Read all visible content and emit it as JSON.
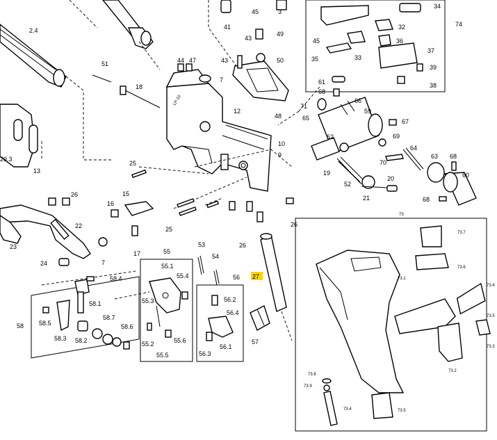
{
  "diagram": {
    "highlight_color": "#ffd400",
    "highlighted_label": "27",
    "labels": {
      "l2_4": "2.4",
      "l29_3": "29.3",
      "l13": "13",
      "l51": "51",
      "l18": "18",
      "l41": "41",
      "l45a": "45",
      "l3": "3",
      "l43a": "43",
      "l49": "49",
      "l43b": "43",
      "l50": "50",
      "l44": "44",
      "l47": "47",
      "l7a": "7",
      "l48": "48",
      "l12": "12",
      "l10": "10",
      "l9": "9",
      "l25a": "25",
      "l26a": "26",
      "l15": "15",
      "l16": "16",
      "l17": "17",
      "l25b": "25",
      "l26b": "26",
      "l26c": "26",
      "l23": "23",
      "l22": "22",
      "l7b": "7",
      "l24": "24",
      "l27": "27",
      "l34": "34",
      "l74": "74",
      "l45b": "45",
      "l32": "32",
      "l36": "36",
      "l35": "35",
      "l33": "33",
      "l37": "37",
      "l39": "39",
      "l38": "38",
      "l61": "61",
      "l68a": "68",
      "l66": "66",
      "l71": "71",
      "l59": "59",
      "l65": "65",
      "l67": "67",
      "l62": "62",
      "l69": "69",
      "l64": "64",
      "l19": "19",
      "l70": "70",
      "l63": "63",
      "l68b": "68",
      "l60": "60",
      "l52": "52",
      "l20": "20",
      "l21": "21",
      "l68c": "68",
      "l55": "55",
      "l53": "53",
      "l55_1": "55.1",
      "l55_4": "55.4",
      "l55_3": "55.3",
      "l55_2": "55.2",
      "l55_6": "55.6",
      "l55_5": "55.5",
      "l54": "54",
      "l56": "56",
      "l56_2": "56.2",
      "l56_4": "56.4",
      "l56_3": "56.3",
      "l56_1": "56.1",
      "l57": "57",
      "l58_4": "58.4",
      "l58_1": "58.1",
      "l58_5": "58.5",
      "l58": "58",
      "l58_3": "58.3",
      "l58_2": "58.2",
      "l58_7": "58.7",
      "l58_6": "58.6",
      "l73": "73",
      "l73_7": "73.7",
      "l73_6": "73.6",
      "l73_1": "73.1",
      "l73_4a": "73.4",
      "l73_5a": "73.5",
      "l73_3": "73.3",
      "l73_2": "73.2",
      "l73_8": "73.8",
      "l73_9": "73.9",
      "l73_4b": "73.4",
      "l73_5b": "73.5",
      "engraving": "LP-10"
    }
  }
}
